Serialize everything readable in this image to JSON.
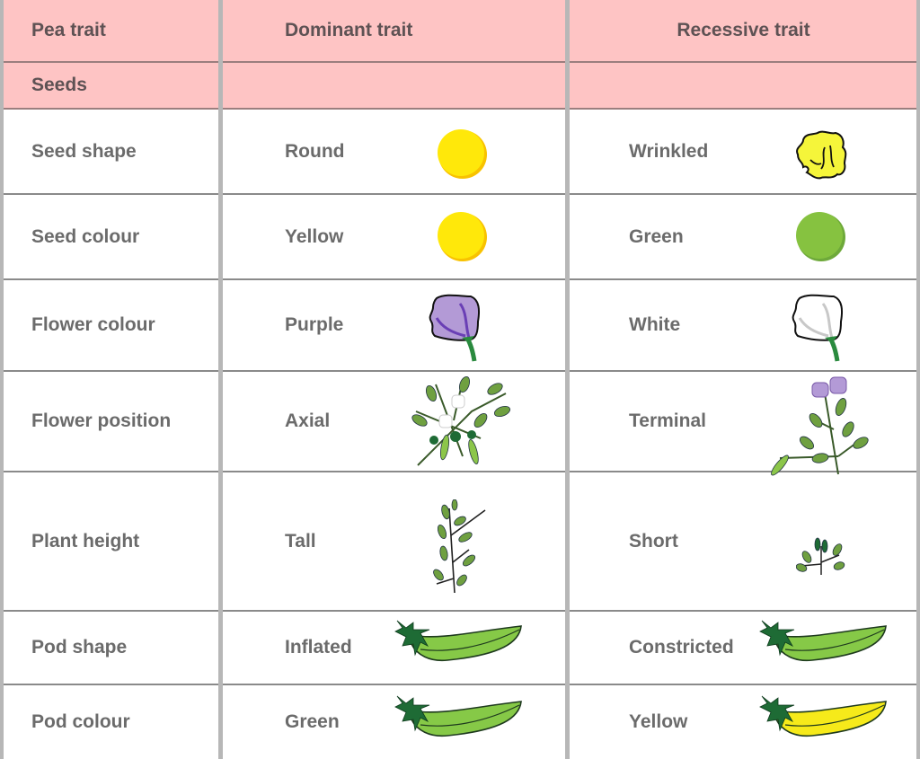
{
  "header": {
    "col_trait": "Pea trait",
    "col_dominant": "Dominant trait",
    "col_recessive": "Recessive trait",
    "section": "Seeds"
  },
  "colors": {
    "header_bg": "#fec4c4",
    "text": "#6b6b6b",
    "seed_yellow": "#ffe80a",
    "seed_green": "#86c240",
    "flower_purple": "#b39ad6",
    "pod_green": "#86c947",
    "pod_yellow": "#f6ea1a",
    "leaf_dark": "#1e6b35"
  },
  "rows": [
    {
      "trait": "Seed shape",
      "dominant": "Round",
      "dominant_icon": "round-yellow-seed-icon",
      "recessive": "Wrinkled",
      "recessive_icon": "wrinkled-yellow-seed-icon"
    },
    {
      "trait": "Seed colour",
      "dominant": "Yellow",
      "dominant_icon": "yellow-seed-icon",
      "recessive": "Green",
      "recessive_icon": "green-seed-icon"
    },
    {
      "trait": "Flower colour",
      "dominant": "Purple",
      "dominant_icon": "purple-flower-icon",
      "recessive": "White",
      "recessive_icon": "white-flower-icon"
    },
    {
      "trait": "Flower position",
      "dominant": "Axial",
      "dominant_icon": "axial-flowers-plant-icon",
      "recessive": "Terminal",
      "recessive_icon": "terminal-flowers-plant-icon"
    },
    {
      "trait": "Plant height",
      "dominant": "Tall",
      "dominant_icon": "tall-plant-icon",
      "recessive": "Short",
      "recessive_icon": "short-plant-icon"
    },
    {
      "trait": "Pod shape",
      "dominant": "Inflated",
      "dominant_icon": "inflated-pod-icon",
      "recessive": "Constricted",
      "recessive_icon": "constricted-pod-icon"
    },
    {
      "trait": "Pod colour",
      "dominant": "Green",
      "dominant_icon": "green-pod-icon",
      "recessive": "Yellow",
      "recessive_icon": "yellow-pod-icon"
    }
  ]
}
